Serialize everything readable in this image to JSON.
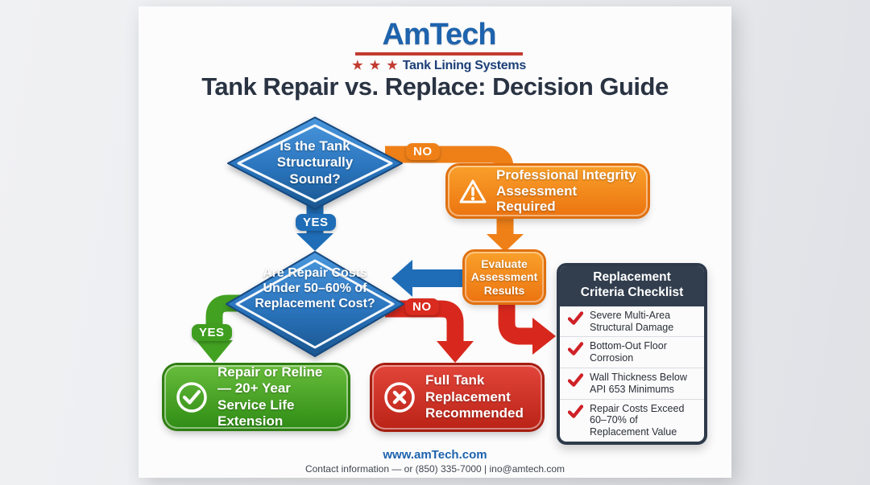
{
  "logo": {
    "name": "AmTech",
    "stars": "★ ★ ★",
    "tagline": "Tank Lining Systems"
  },
  "title": "Tank Repair vs. Replace: Decision Guide",
  "flowchart": {
    "decision1": "Is the Tank Structurally Sound?",
    "decision2": "Are Repair Costs Under 50–60% of Replacement Cost?",
    "labels": {
      "no_structural": "NO",
      "yes_structural": "YES",
      "yes_cost": "YES",
      "no_cost": "NO"
    },
    "assessment_box": "Professional Integrity Assessment Required",
    "evaluate_box": "Evaluate Assessment Results",
    "repair_box": "Repair or Reline — 20+ Year Service Life Extension",
    "replace_box": "Full Tank Replacement Recommended",
    "checklist": {
      "title": "Replacement Criteria Checklist",
      "items": [
        "Severe Multi-Area Structural Damage",
        "Bottom-Out Floor Corrosion",
        "Wall Thickness Below API 653 Minimums",
        "Repair Costs Exceed 60–70% of Replacement Value"
      ]
    },
    "icons": {
      "assessment_box_icon": "warning-triangle",
      "repair_box_icon": "check-circle",
      "replace_box_icon": "x-circle",
      "checklist_item_icon": "red-checkmark"
    }
  },
  "footer": {
    "website": "www.amTech.com",
    "contact": "Contact information — or (850) 335-7000 | ino@amtech.com"
  },
  "colors": {
    "blue": "#1f6db7",
    "orange": "#ef8018",
    "green": "#43a122",
    "red": "#d8281d",
    "navy": "#2e3a49",
    "brand_blue": "#1e63ad",
    "brand_red": "#c23b30"
  }
}
